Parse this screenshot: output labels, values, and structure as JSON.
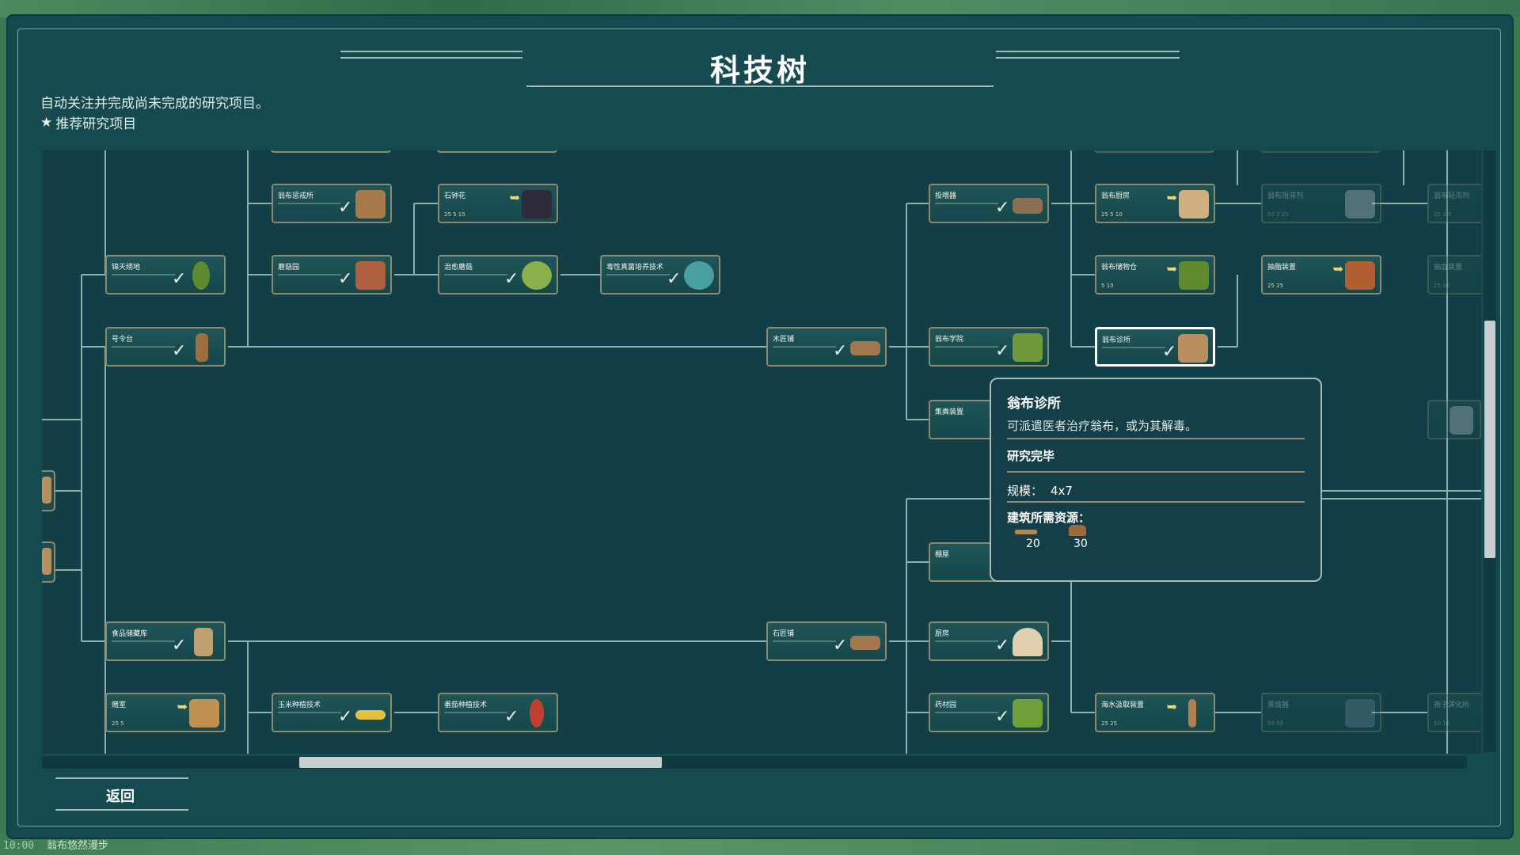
{
  "title": "科技树",
  "subtitle": "自动关注并完成尚未完成的研究项目。",
  "recommend_label": "推荐研究项目",
  "back_label": "返回",
  "status_bar": {
    "time": "10:00",
    "text": "翁布悠然漫步"
  },
  "nodes": [
    {
      "id": "n1",
      "label": "翁布惩戒所",
      "pic": "#a87a4a"
    },
    {
      "id": "n2",
      "label": "石钟花",
      "pic": "#2f2a3a",
      "res": "25 5 15"
    },
    {
      "id": "n3",
      "label": "锦天绣地",
      "pic": "#5f8a2f"
    },
    {
      "id": "n4",
      "label": "蘑菇园",
      "pic": "#b06040"
    },
    {
      "id": "n5",
      "label": "治愈蘑菇",
      "pic": "#89b04a"
    },
    {
      "id": "n6",
      "label": "毒性真菌培养技术",
      "pic": "#4aa0a0"
    },
    {
      "id": "n7",
      "label": "号令台",
      "pic": "#9a7040"
    },
    {
      "id": "n8",
      "label": "木匠铺",
      "pic": "#a07850"
    },
    {
      "id": "n9",
      "label": "投喂器",
      "pic": "#8a7050"
    },
    {
      "id": "n10",
      "label": "翁布厨房",
      "pic": "#d0b080",
      "res": "25 5 10"
    },
    {
      "id": "n11",
      "label": "翁布阻滞剂",
      "pic": "#c8d0cf",
      "res": "50 3 25"
    },
    {
      "id": "n12",
      "label": "翁布轻泻剂",
      "pic": "#607050",
      "res": "25 3 5"
    },
    {
      "id": "n13",
      "label": "翁布储物仓",
      "pic": "#5f8a2f",
      "res": "5 10"
    },
    {
      "id": "n14",
      "label": "抽脂装置",
      "pic": "#b06030",
      "res": "25 25"
    },
    {
      "id": "n15",
      "label": "抽血装置",
      "pic": "#705040",
      "res": "25 50"
    },
    {
      "id": "n16",
      "label": "翁布学院",
      "pic": "#6f9a3a"
    },
    {
      "id": "n17",
      "label": "翁布诊所",
      "pic": "#b89060"
    },
    {
      "id": "n18",
      "label": "集粪装置",
      "pic": "#8a7050"
    },
    {
      "id": "n19",
      "label": "棚屋",
      "pic": "#a08060"
    },
    {
      "id": "n20",
      "label": "食品储藏库",
      "pic": "#c0a070"
    },
    {
      "id": "n21",
      "label": "石匠铺",
      "pic": "#a07850"
    },
    {
      "id": "n22",
      "label": "厨房",
      "pic": "#e0d0b0"
    },
    {
      "id": "n23",
      "label": "赌室",
      "pic": "#c09050",
      "res": "25 5"
    },
    {
      "id": "n24",
      "label": "玉米种植技术",
      "pic": "#e0c040"
    },
    {
      "id": "n25",
      "label": "番茄种植技术",
      "pic": "#c04030"
    },
    {
      "id": "n26",
      "label": "药材园",
      "pic": "#6fa03a"
    },
    {
      "id": "n27",
      "label": "海水汲取装置",
      "pic": "#b08050",
      "res": "25 25"
    },
    {
      "id": "n28",
      "label": "蒸馏器",
      "pic": "#7090a0",
      "res": "50 50"
    },
    {
      "id": "n29",
      "label": "孢子演化所",
      "pic": "#708060",
      "res": "50 10"
    }
  ],
  "tooltip": {
    "title": "翁布诊所",
    "description": "可派遣医者治疗翁布，或为其解毒。",
    "status": "研究完毕",
    "scale_label": "规模：",
    "scale_value": "4x7",
    "resources_label": "建筑所需资源：",
    "resource_1": "20",
    "resource_2": "30"
  }
}
